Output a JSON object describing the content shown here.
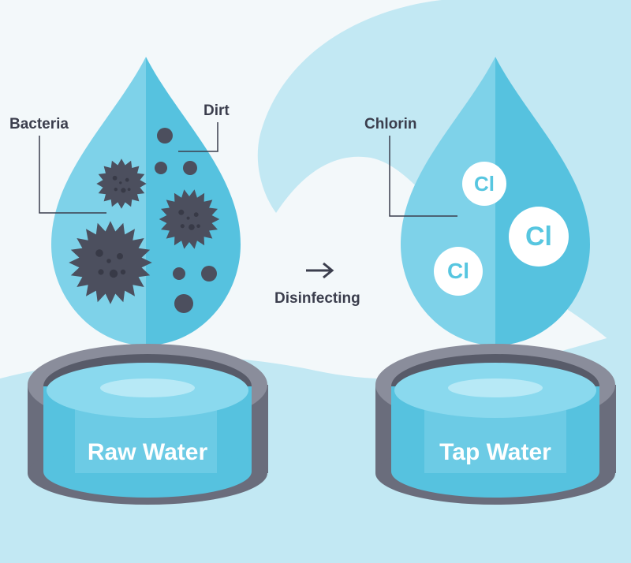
{
  "labels": {
    "bacteria": "Bacteria",
    "dirt": "Dirt",
    "chlorine": "Chlorin",
    "process": "Disinfecting",
    "arrow": "→",
    "raw_water": "Raw Water",
    "tap_water": "Tap Water",
    "chlorine_symbol": "Cl"
  },
  "icons": [
    "water-drop-icon",
    "bacteria-icon",
    "dirt-particle-icon",
    "chlorine-atom-icon",
    "basin-icon",
    "arrow-right-icon"
  ],
  "colors": {
    "background": "#f3f8fa",
    "wave": "#bfe6f2",
    "drop_light": "#78d0e8",
    "drop_dark": "#52bfdd",
    "germ": "#4c4f5e",
    "basin_rim": "#6a6d7c",
    "label_text": "#3b3e4d",
    "chlorine_text": "#57c6e0"
  }
}
